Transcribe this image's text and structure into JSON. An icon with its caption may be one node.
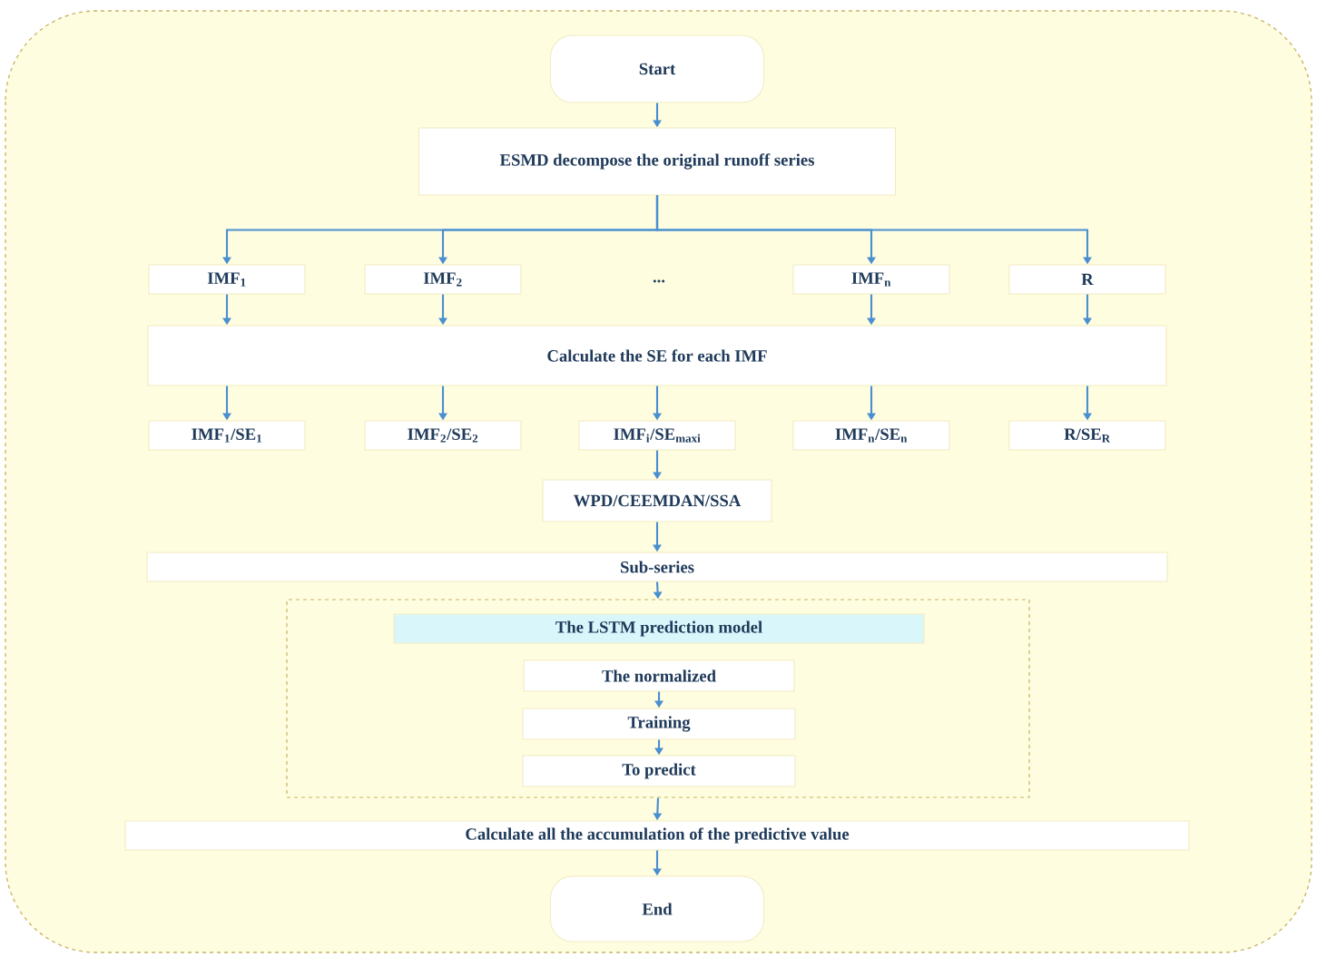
{
  "diagram": {
    "nodes": [
      {
        "text": [
          "Start"
        ]
      },
      {
        "text": [
          "ESMD decompose the original runoff series"
        ]
      },
      {
        "text": [
          "IMF$_{1}$"
        ]
      },
      {
        "text": [
          "IMF$_{2}$"
        ]
      },
      {
        "text": [
          "IMF$_{n}$"
        ]
      },
      {
        "text": [
          "R"
        ]
      },
      {
        "text": [
          "Calculate the SE for each IMF"
        ]
      },
      {
        "text": [
          "IMF$_{1}$/SE$_{1}$"
        ]
      },
      {
        "text": [
          "IMF$_{2}$/SE$_{2}$"
        ]
      },
      {
        "text": [
          "IMF$_{i}$/SE$_{maxi}$"
        ]
      },
      {
        "text": [
          "IMF$_{n}$/SE$_{n}$"
        ]
      },
      {
        "text": [
          "R/SE$_{R}$"
        ]
      },
      {
        "text": [
          "WPD/CEEMDAN/SSA"
        ]
      },
      {
        "text": [
          "Sub-series"
        ]
      },
      {
        "text": [],
        "shape": "box"
      },
      {
        "text": [
          "The LSTM prediction model"
        ],
        "in": 14
      },
      {
        "text": [
          "The  normalized"
        ],
        "in": 14
      },
      {
        "text": [
          "Training"
        ],
        "in": 14
      },
      {
        "text": [
          "To predict"
        ],
        "in": 14
      },
      {
        "text": [
          "Calculate all the accumulation of the predictive value"
        ]
      },
      {
        "text": [
          "End"
        ]
      }
    ],
    "edges": [
      {
        "from": 0,
        "to": 1,
        "arrow": "to"
      },
      {
        "from": 1,
        "to": 2,
        "arrow": "to"
      },
      {
        "from": 1,
        "to": 3,
        "arrow": "to"
      },
      {
        "from": 1,
        "to": 4,
        "arrow": "to"
      },
      {
        "from": 1,
        "to": 5,
        "arrow": "to"
      },
      {
        "from": 2,
        "to": 6,
        "arrow": "to"
      },
      {
        "from": 3,
        "to": 6,
        "arrow": "to"
      },
      {
        "from": 4,
        "to": 6,
        "arrow": "to"
      },
      {
        "from": 5,
        "to": 6,
        "arrow": "to"
      },
      {
        "from": 6,
        "to": 7,
        "arrow": "to"
      },
      {
        "from": 6,
        "to": 8,
        "arrow": "to"
      },
      {
        "from": 6,
        "to": 9,
        "arrow": "to"
      },
      {
        "from": 6,
        "to": 10,
        "arrow": "to"
      },
      {
        "from": 6,
        "to": 11,
        "arrow": "to"
      },
      {
        "from": 9,
        "to": 12,
        "arrow": "to"
      },
      {
        "from": 12,
        "to": 13,
        "arrow": "to"
      },
      {
        "from": 13,
        "to": 14,
        "arrow": "to"
      },
      {
        "from": 16,
        "to": 17,
        "arrow": "to"
      },
      {
        "from": 17,
        "to": 18,
        "arrow": "to"
      },
      {
        "from": 14,
        "to": 19,
        "arrow": "to"
      },
      {
        "from": 19,
        "to": 20,
        "arrow": "to"
      }
    ],
    "labels": [
      "..."
    ]
  }
}
